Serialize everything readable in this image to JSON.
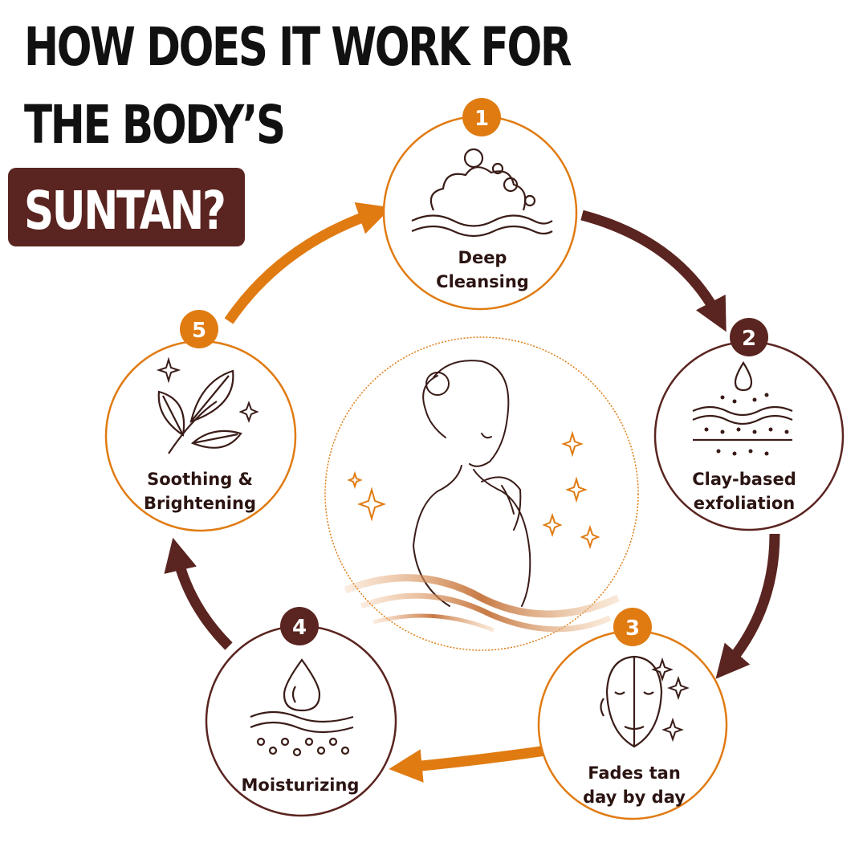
{
  "title": {
    "line1": "HOW DOES IT WORK FOR",
    "line2": "THE BODY’S",
    "highlight": "SUNTAN?"
  },
  "colors": {
    "brown": "#5a2420",
    "orange": "#e07b12",
    "line": "#3a1c18"
  },
  "steps": [
    {
      "number": "1",
      "label_lines": [
        "Deep",
        "Cleansing"
      ],
      "icon": "bubbles-icon",
      "accent": "orange"
    },
    {
      "number": "2",
      "label_lines": [
        "Clay-based",
        "exfoliation"
      ],
      "icon": "skin-layers-drop-icon",
      "accent": "brown"
    },
    {
      "number": "3",
      "label_lines": [
        "Fades tan",
        "day by day"
      ],
      "icon": "face-sparkle-icon",
      "accent": "orange"
    },
    {
      "number": "4",
      "label_lines": [
        "Moisturizing"
      ],
      "icon": "water-drop-skin-icon",
      "accent": "brown"
    },
    {
      "number": "5",
      "label_lines": [
        "Soothing &",
        "Brightening"
      ],
      "icon": "leaves-icon",
      "accent": "orange"
    }
  ],
  "center": {
    "icon": "woman-back-illustration"
  }
}
